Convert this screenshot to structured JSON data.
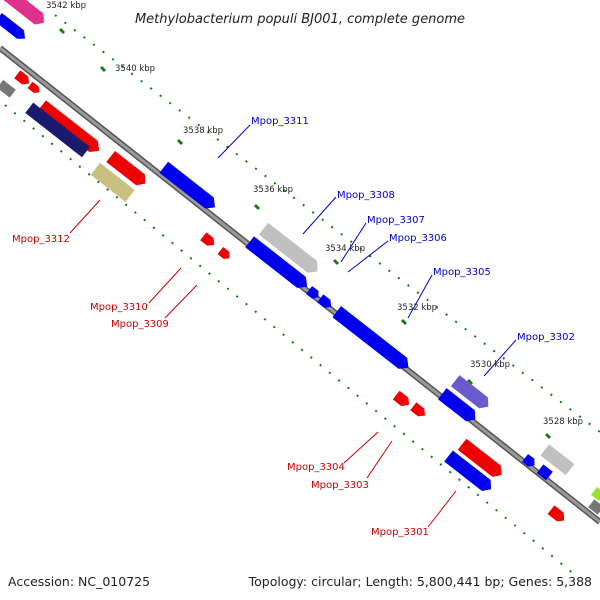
{
  "title": "Methylobacterium populi BJ001, complete genome",
  "accession": "Accession: NC_010725",
  "summary": "Topology: circular; Length: 5,800,441 bp; Genes: 5,388",
  "kbp_labels": [
    "3542 kbp",
    "3540 kbp",
    "3538 kbp",
    "3536 kbp",
    "3534 kbp",
    "3532 kbp",
    "3530 kbp",
    "3528 kbp"
  ],
  "gene_labels": {
    "top": [
      "Mpop_3311",
      "Mpop_3308",
      "Mpop_3307",
      "Mpop_3306",
      "Mpop_3305",
      "Mpop_3302"
    ],
    "bottom": [
      "Mpop_3312",
      "Mpop_3310",
      "Mpop_3309",
      "Mpop_3304",
      "Mpop_3303",
      "Mpop_3301"
    ]
  },
  "colors": {
    "plus_strand_label": "#0000cc",
    "minus_strand_label": "#cc0000",
    "backbone": "#808080",
    "tick": "#1a7a1a"
  }
}
